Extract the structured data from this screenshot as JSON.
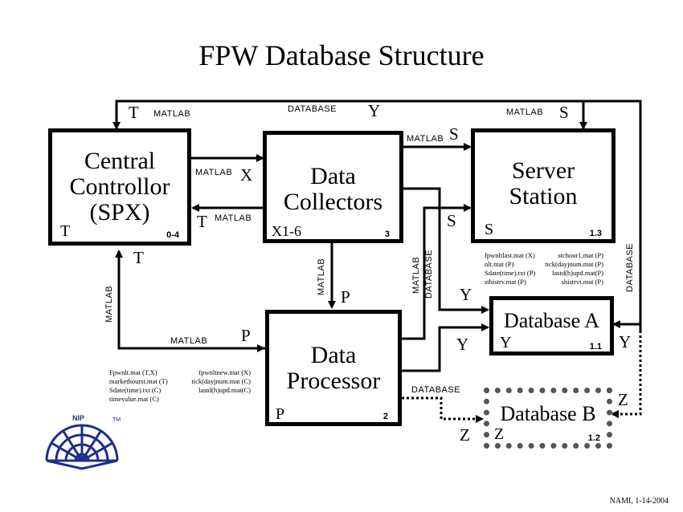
{
  "title": "FPW Database Structure",
  "boxes": {
    "central": {
      "name": "Central\nControllor\n(SPX)",
      "letter": "T",
      "number": "0-4"
    },
    "collectors": {
      "name": "Data\nCollectors",
      "letter": "X1-6",
      "number": "3"
    },
    "server": {
      "name": "Server\nStation",
      "letter": "S",
      "number": "1.3"
    },
    "processor": {
      "name": "Data\nProcessor",
      "letter": "P",
      "number": "2"
    },
    "dbA": {
      "name": "Database A",
      "letter": "Y",
      "number": "1.1"
    },
    "dbB": {
      "name": "Database B",
      "letter": "Z",
      "number": "1.2"
    }
  },
  "labels": {
    "matlab": "MATLAB",
    "database": "DATABASE",
    "T": "T",
    "X": "X",
    "S": "S",
    "P": "P",
    "Y": "Y",
    "Z": "Z"
  },
  "server_files": [
    [
      "fpwnltlast.mat (X)",
      "stchour1.mat (P)"
    ],
    [
      "nlt.mat (P)",
      "tick(dayjnum.mat (P)"
    ],
    [
      "Sdate(time).txt (P)",
      "lastd(h)upd.mat(P)"
    ],
    [
      "sthistrv.mat (P)",
      "shistrvt.mat (P)"
    ]
  ],
  "controller_files": [
    [
      "Fpwnlt.mat (T,X)",
      "fpwnltnew.mat (X)"
    ],
    [
      "markethourst.mat (T)",
      "tick(dayjnum.mat (C)"
    ],
    [
      "Sdate(time).txt (C)",
      "lastd(h)upd.mat(C)"
    ],
    [
      "timevalue.mat (C)",
      ""
    ]
  ],
  "logo": {
    "letters": "NIP",
    "trademark": "TM",
    "color": "#1c2f8a"
  },
  "credit": "NAMI, 1-14-2004"
}
